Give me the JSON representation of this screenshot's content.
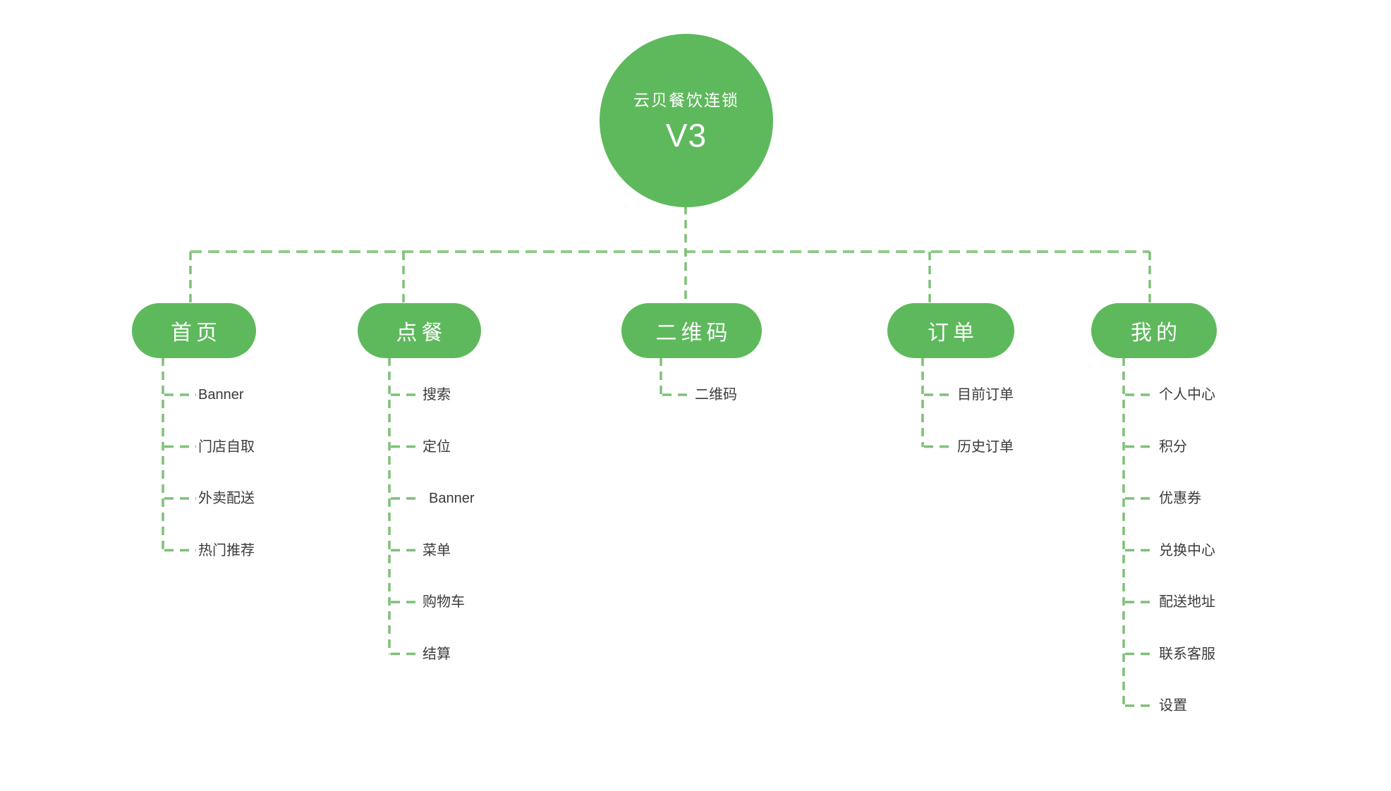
{
  "root": {
    "title": "云贝餐饮连锁",
    "version": "V3"
  },
  "tree": {
    "nodes": [
      {
        "label": "首页",
        "children": [
          "Banner",
          "门店自取",
          "外卖配送",
          "热门推荐"
        ]
      },
      {
        "label": "点餐",
        "children": [
          "搜索",
          "定位",
          "Banner",
          "菜单",
          "购物车",
          "结算"
        ]
      },
      {
        "label": "二维码",
        "children": [
          "二维码"
        ]
      },
      {
        "label": "订单",
        "children": [
          "目前订单",
          "历史订单"
        ]
      },
      {
        "label": "我的",
        "children": [
          "个人中心",
          "积分",
          "优惠券",
          "兑换中心",
          "配送地址",
          "联系客服",
          "设置"
        ]
      }
    ]
  },
  "colors": {
    "node_green": "#5eb95c",
    "connector_green": "#7ec077",
    "label_text": "#3b3b3b",
    "canvas_bg": "#ffffff"
  }
}
